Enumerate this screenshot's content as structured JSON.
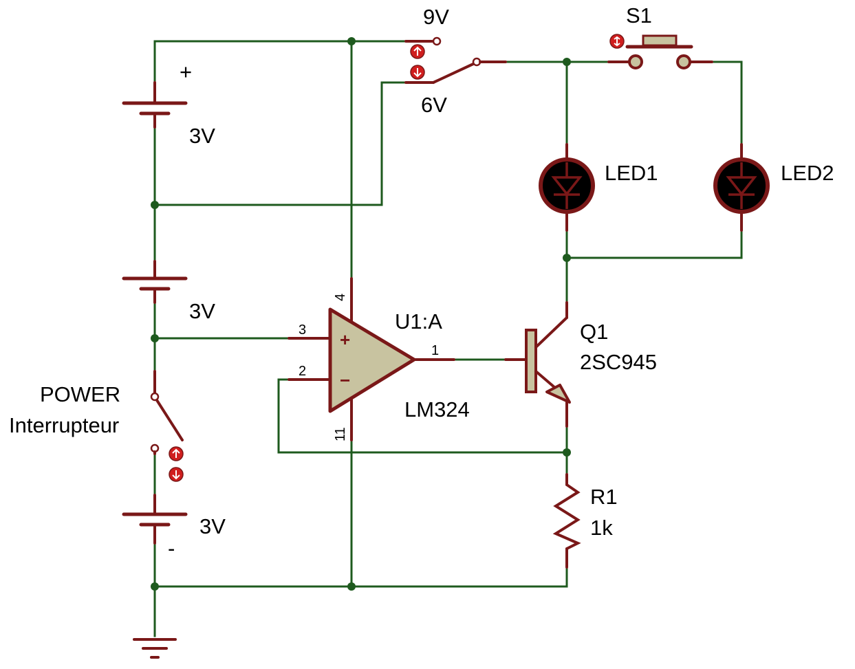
{
  "labels": {
    "switch_9v": "9V",
    "switch_6v": "6V",
    "pushbutton": "S1",
    "led1": "LED1",
    "led2": "LED2",
    "battery_plus": "+",
    "battery_minus": "-",
    "battery_top": "3V",
    "battery_mid": "3V",
    "battery_bottom": "3V",
    "power_switch_line1": "POWER",
    "power_switch_line2": "Interrupteur",
    "opamp_ref": "U1:A",
    "opamp_part": "LM324",
    "transistor_ref": "Q1",
    "transistor_part": "2SC945",
    "resistor_ref": "R1",
    "resistor_value": "1k"
  },
  "pins": {
    "opamp_pin4": "4",
    "opamp_pin3": "3",
    "opamp_pin2": "2",
    "opamp_pin1": "1",
    "opamp_pin11": "11",
    "opamp_plus": "+",
    "opamp_minus": "−"
  },
  "colors": {
    "wire": "#1e5a1e",
    "component_outline": "#7a1818",
    "opamp_fill": "#c8c3a0",
    "led_fill": "#000000",
    "led_ring": "#7a1818",
    "switch_knob": "#d01e1e",
    "background": "#ffffff"
  },
  "icons": {
    "switch_knob_up": "arrow-up-icon",
    "switch_knob_down": "arrow-down-icon",
    "ground": "ground-icon"
  }
}
